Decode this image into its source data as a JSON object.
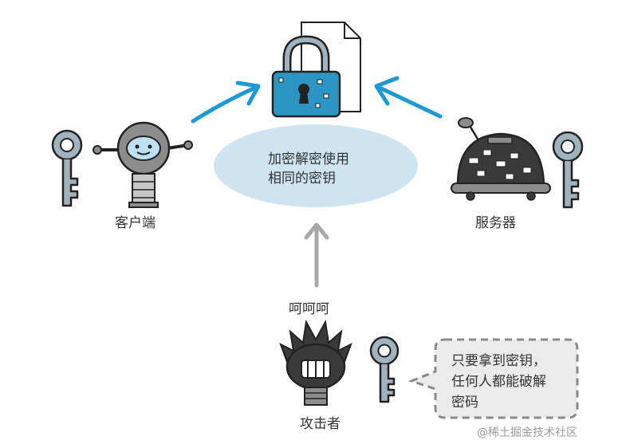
{
  "center": {
    "lines": [
      "加密解密使用",
      "相同的密钥"
    ]
  },
  "client": {
    "label": "客户端"
  },
  "server": {
    "label": "服务器"
  },
  "attacker": {
    "label": "攻击者",
    "laugh": "呵呵呵",
    "bubble_lines": [
      "只要拿到密钥，",
      "任何人都能破解",
      "密码"
    ]
  },
  "watermark": "@稀土掘金技术社区",
  "colors": {
    "arrow_blue": "#1a9ad6",
    "arrow_gray": "#a8a8a8",
    "ellipse": "#cfe4f1",
    "lock_body": "#2b96c4",
    "key_fill": "#9fb2bd",
    "outline": "#222222",
    "robot_gray": "#8c8c8c",
    "bubble_border": "#8a8a8a"
  },
  "icons": [
    "document-icon",
    "padlock-icon",
    "key-icon",
    "client-robot-icon",
    "server-robot-icon",
    "attacker-icon",
    "speech-bubble-icon"
  ]
}
